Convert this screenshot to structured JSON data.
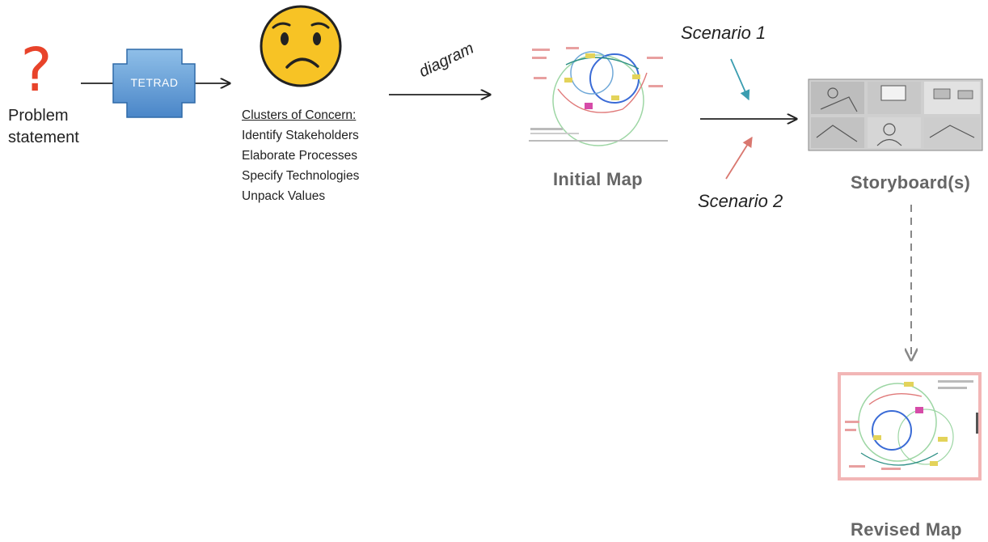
{
  "problem": {
    "symbol": "?",
    "label_line1": "Problem",
    "label_line2": "statement"
  },
  "tetrad": {
    "label": "TETRAD"
  },
  "clusters": {
    "heading": "Clusters of Concern:",
    "items": [
      "Identify Stakeholders",
      "Elaborate Processes",
      "Specify Technologies",
      "Unpack Values"
    ]
  },
  "flow": {
    "diagram_label": "diagram"
  },
  "initial_map": {
    "caption": "Initial Map"
  },
  "scenarios": {
    "scenario1": "Scenario 1",
    "scenario2": "Scenario 2"
  },
  "storyboard": {
    "caption": "Storyboard(s)"
  },
  "revised_map": {
    "caption": "Revised Map"
  },
  "colors": {
    "question_mark": "#e8432a",
    "tetrad_fill": "#5b9bd5",
    "scenario1_arrow": "#3a9db0",
    "scenario2_arrow": "#d9776f",
    "revised_border": "#f2b6b6"
  }
}
